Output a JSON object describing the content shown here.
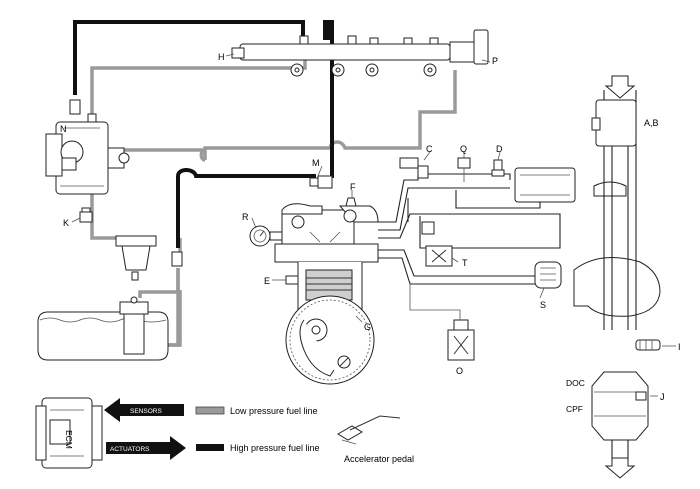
{
  "labels": {
    "H": "H",
    "P": "P",
    "N": "N",
    "K": "K",
    "M": "M",
    "C": "C",
    "Q": "Q",
    "D": "D",
    "AB": "A,B",
    "F": "F",
    "R": "R",
    "E": "E",
    "G": "G",
    "T": "T",
    "S": "S",
    "I": "I",
    "O": "O",
    "J": "J",
    "DOC": "DOC",
    "CPF": "CPF"
  },
  "ecm": {
    "label": "ECM"
  },
  "arrows": {
    "sensors": "SENSORS",
    "actuators": "ACTUATORS"
  },
  "legend": {
    "low_pressure": "Low pressure fuel line",
    "high_pressure": "High pressure fuel line",
    "pedal": "Accelerator pedal"
  },
  "colors": {
    "high_pressure": "#111111",
    "low_pressure": "#9a9a9a"
  }
}
